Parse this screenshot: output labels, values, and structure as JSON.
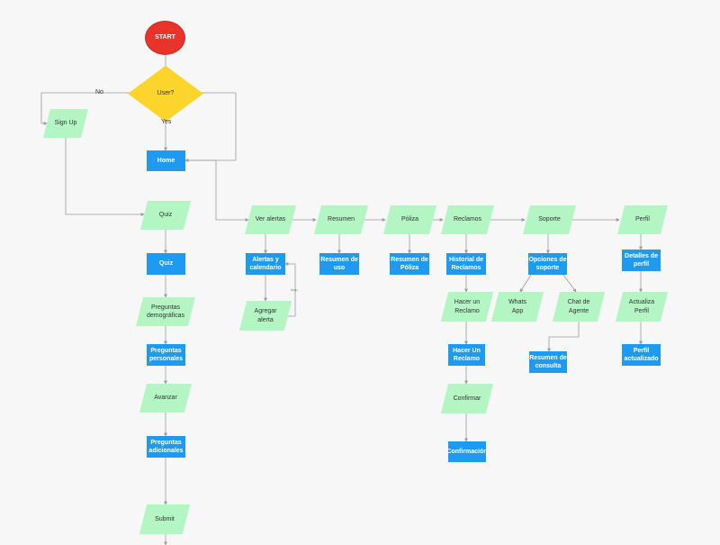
{
  "nodes": {
    "start": "START",
    "user": "User?",
    "signup": "Sign Up",
    "home": "Home",
    "quiz_io": "Quiz",
    "quiz": "Quiz",
    "preguntas_demo": "Preguntas\ndemográficas",
    "preguntas_personales": "Preguntas\npersonales",
    "avanzar": "Avanzar",
    "preguntas_adicionales": "Preguntas\nadicionales",
    "submit": "Submit",
    "ver_alertas": "Ver alertas",
    "alertas_calendario": "Alertas y\ncalendario",
    "agregar_alerta": "Agregar\nalerta",
    "resumen": "Resumen",
    "resumen_uso": "Resumen de\nuso",
    "poliza": "Póliza",
    "resumen_poliza": "Resumen de\nPóliza",
    "reclamos": "Reclamos",
    "historial_reclamos": "Historial de\nReclamos",
    "hacer_reclamo_io": "Hacer un\nReclamo",
    "hacer_reclamo": "Hacer Un\nReclamo",
    "confirmar": "Confirmar",
    "confirmacion": "Confirmación",
    "soporte": "Soporte",
    "opciones_soporte": "Opciones de\nsoporte",
    "whatsapp": "Whats\nApp",
    "chat_agente": "Chat de\nAgente",
    "resumen_consulta": "Resumen de\nconsulta",
    "perfil": "Perfil",
    "detalles_perfil": "Detalles de\nperfil",
    "actualiza_perfil": "Actualiza\nPerfil",
    "perfil_actualizado": "Perfil\nactualizado"
  },
  "edge_labels": {
    "no": "No",
    "yes": "Yes",
    "loop": "loop"
  },
  "colors": {
    "start": "#e8342a",
    "decision": "#fcd42c",
    "process": "#1e9bf0",
    "io": "#b4f5c4",
    "connector": "#9a9a9a"
  }
}
